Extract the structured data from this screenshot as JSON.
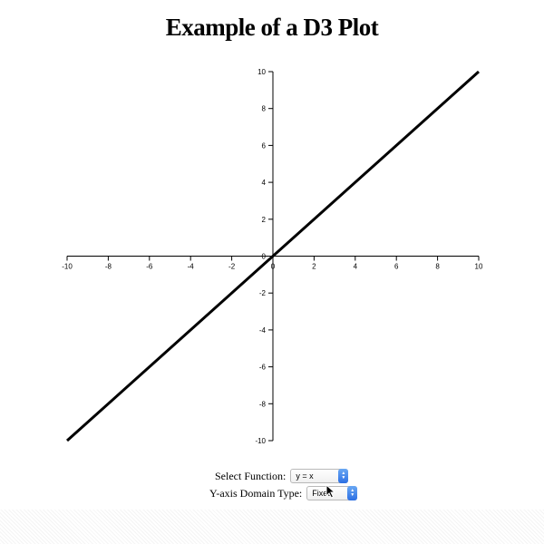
{
  "page": {
    "title": "Example of a D3 Plot"
  },
  "controls": {
    "function_label": "Select Function:",
    "function_value": "y = x",
    "domain_label": "Y-axis Domain Type:",
    "domain_value": "Fixed"
  },
  "chart_data": {
    "type": "line",
    "x_ticks": [
      "-10",
      "-8",
      "-6",
      "-4",
      "-2",
      "0",
      "2",
      "4",
      "6",
      "8",
      "10"
    ],
    "y_ticks": [
      "10",
      "8",
      "6",
      "4",
      "2",
      "0",
      "-2",
      "-4",
      "-6",
      "-8",
      "-10"
    ],
    "xlim": [
      -10,
      10
    ],
    "ylim": [
      -10,
      10
    ],
    "series": [
      {
        "x": [
          -10,
          10
        ],
        "y": [
          -10,
          10
        ]
      }
    ],
    "grid": false,
    "line_color": "#000000"
  }
}
